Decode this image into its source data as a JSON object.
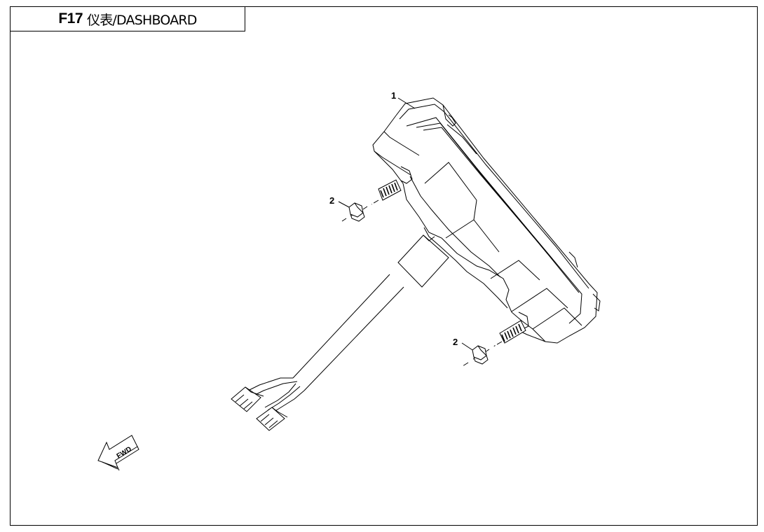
{
  "header": {
    "code": "F17",
    "name": "仪表/DASHBOARD"
  },
  "callouts": {
    "dashboard": "1",
    "nut_upper": "2",
    "nut_lower": "2"
  },
  "direction_arrow": {
    "label": "FWD"
  }
}
